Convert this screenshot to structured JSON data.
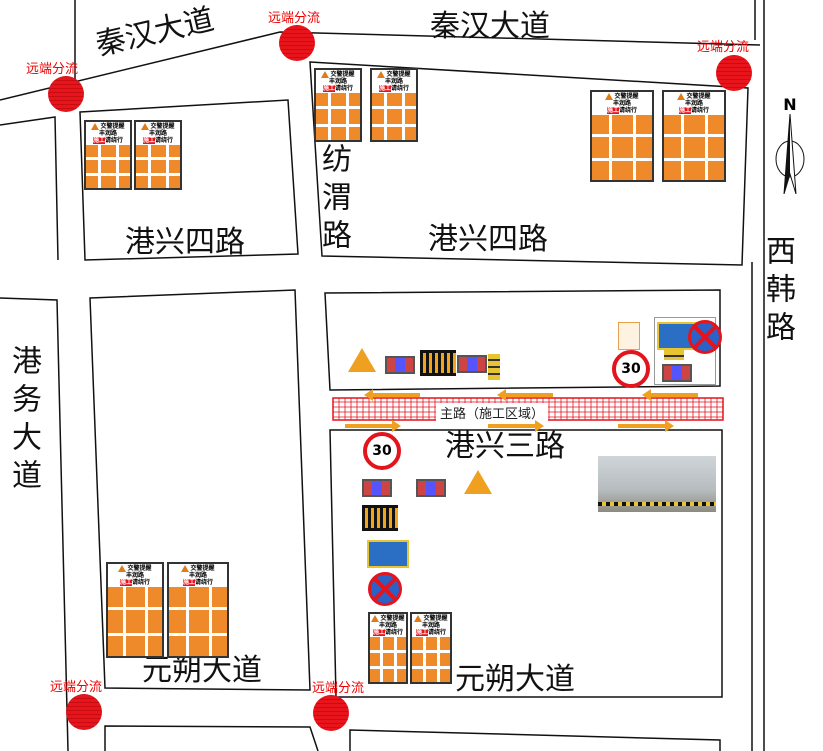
{
  "roads": {
    "qinhan_left": "秦汉大道",
    "qinhan_right": "秦汉大道",
    "gangxing4_left": "港兴四路",
    "gangxing4_right": "港兴四路",
    "fangwei": "纺渭路",
    "xihan": "西韩路",
    "gangwu": "港务大道",
    "gangxing3": "港兴三路",
    "yuanshuo_left": "元朔大道",
    "yuanshuo_right": "元朔大道",
    "main_road": "主路（施工区域）"
  },
  "diversion_label": "远端分流",
  "sign": {
    "line1": "交警提醒",
    "line2": "丰润路",
    "line3_highlight": "施工",
    "line3_rest": "请绕行"
  },
  "speed_limit": "30",
  "compass": "N",
  "colors": {
    "construction": "#e3141c",
    "arrow": "#f0a020",
    "sign_orange": "#ee8a2a"
  }
}
